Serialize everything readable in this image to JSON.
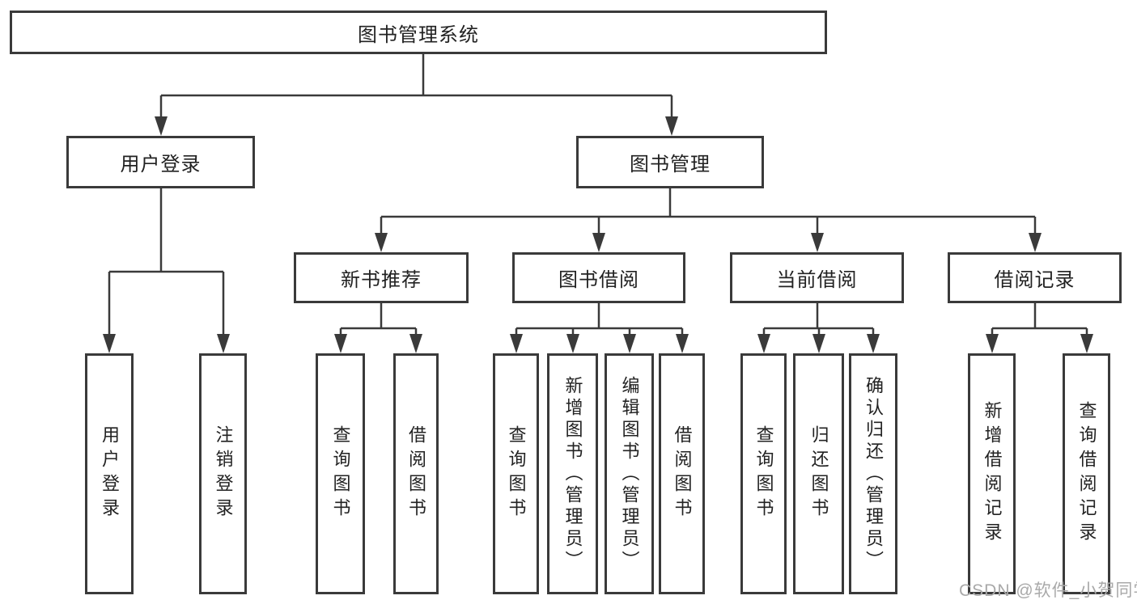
{
  "tree": {
    "label": "图书管理系统",
    "children": [
      {
        "label": "用户登录",
        "children": [
          {
            "label": "用户登录"
          },
          {
            "label": "注销登录"
          }
        ]
      },
      {
        "label": "图书管理",
        "children": [
          {
            "label": "新书推荐",
            "children": [
              {
                "label": "查询图书"
              },
              {
                "label": "借阅图书"
              }
            ]
          },
          {
            "label": "图书借阅",
            "children": [
              {
                "label": "查询图书"
              },
              {
                "label": "新增图书（管理员）"
              },
              {
                "label": "编辑图书（管理员）"
              },
              {
                "label": "借阅图书"
              }
            ]
          },
          {
            "label": "当前借阅",
            "children": [
              {
                "label": "查询图书"
              },
              {
                "label": "归还图书"
              },
              {
                "label": "确认归还（管理员）"
              }
            ]
          },
          {
            "label": "借阅记录",
            "children": [
              {
                "label": "新增借阅记录"
              },
              {
                "label": "查询借阅记录"
              }
            ]
          }
        ]
      }
    ]
  },
  "watermark": "CSDN @软件_小贺同学",
  "colors": {
    "line": "#3a3a3a",
    "box_border": "#3a3a3a",
    "text": "#222222",
    "watermark": "#a9a9a9",
    "background": "#ffffff"
  }
}
